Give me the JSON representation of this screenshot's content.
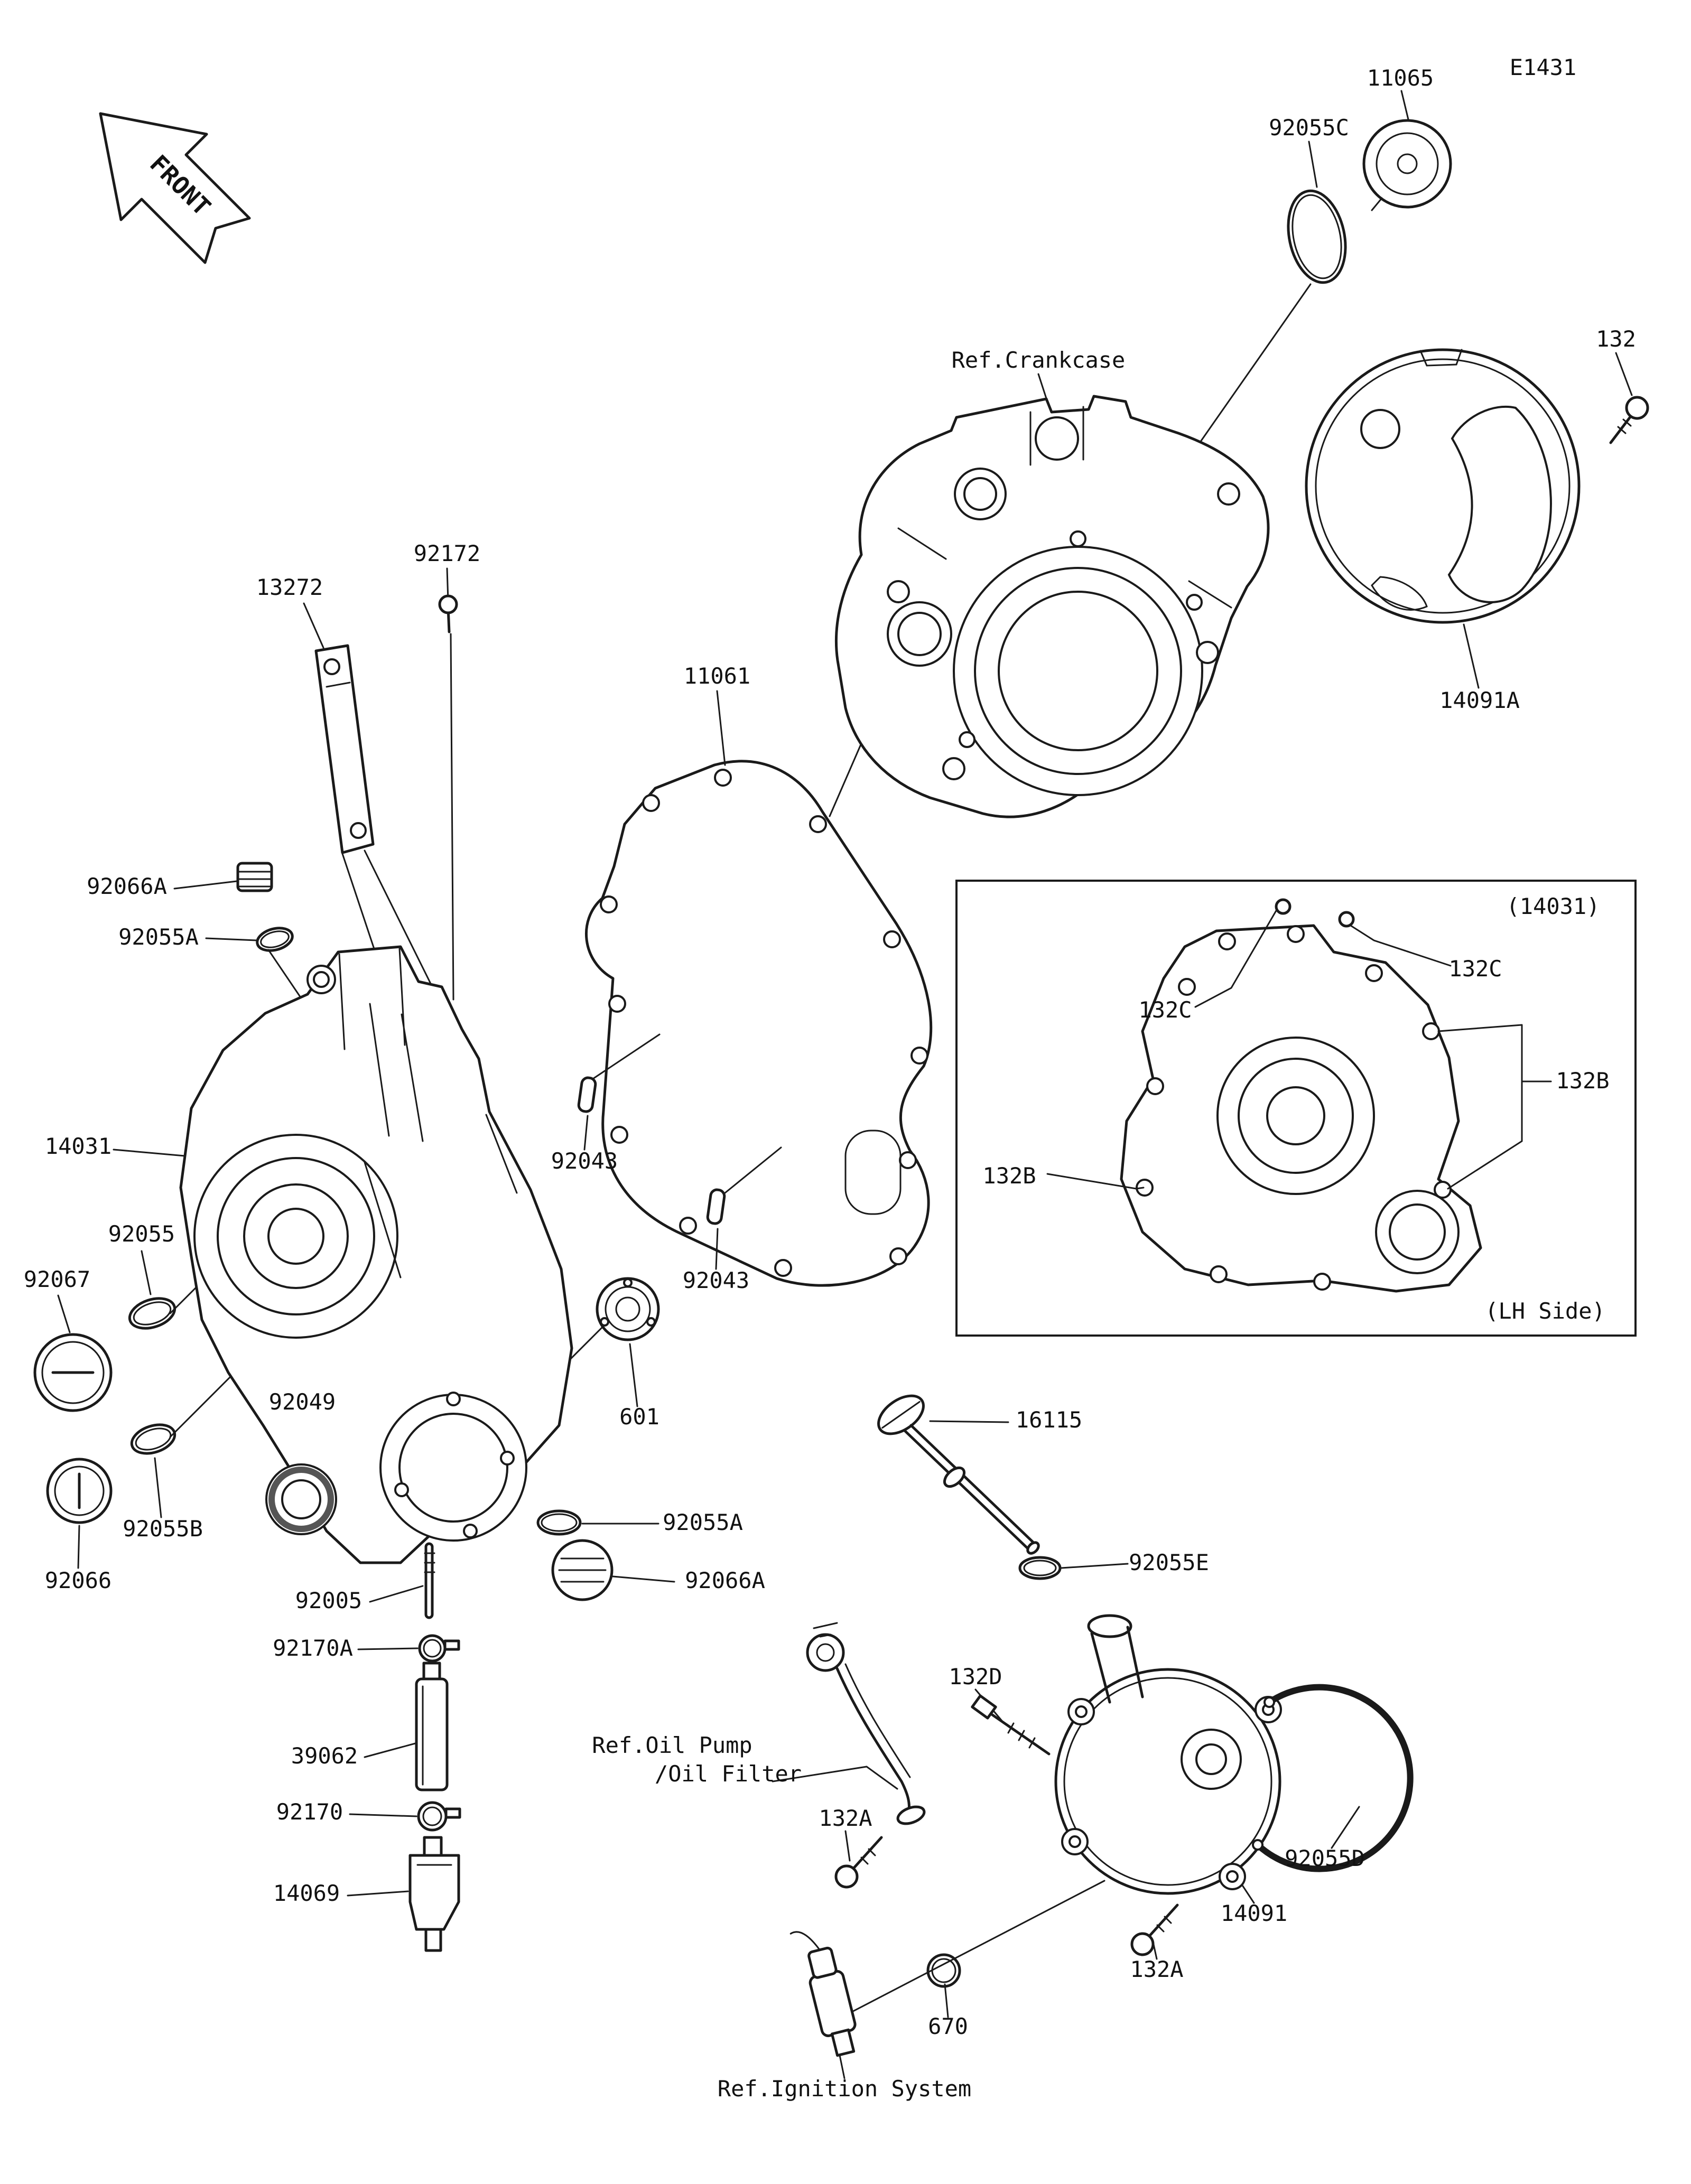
{
  "code": "E1431",
  "front_arrow": "FRONT",
  "inset": {
    "title": "(14031)",
    "side": "(LH Side)"
  },
  "refs": {
    "crankcase": "Ref.Crankcase",
    "oil_pump": "Ref.Oil Pump",
    "oil_filter": "/Oil Filter",
    "ignition": "Ref.Ignition System"
  },
  "parts": {
    "p11065": "11065",
    "p92055C": "92055C",
    "p132": "132",
    "p14091A": "14091A",
    "p92172": "92172",
    "p13272": "13272",
    "p11061": "11061",
    "p92066A": "92066A",
    "p92055A": "92055A",
    "p14031": "14031",
    "p92055": "92055",
    "p92067": "92067",
    "p92055B": "92055B",
    "p92066": "92066",
    "p92049": "92049",
    "p92043": "92043",
    "p601": "601",
    "p92005": "92005",
    "p92170A": "92170A",
    "p39062": "39062",
    "p92170": "92170",
    "p14069": "14069",
    "p132C": "132C",
    "p132B": "132B",
    "p16115": "16115",
    "p92055E": "92055E",
    "p132D": "132D",
    "p132A": "132A",
    "p92055D": "92055D",
    "p14091": "14091",
    "p670": "670"
  }
}
